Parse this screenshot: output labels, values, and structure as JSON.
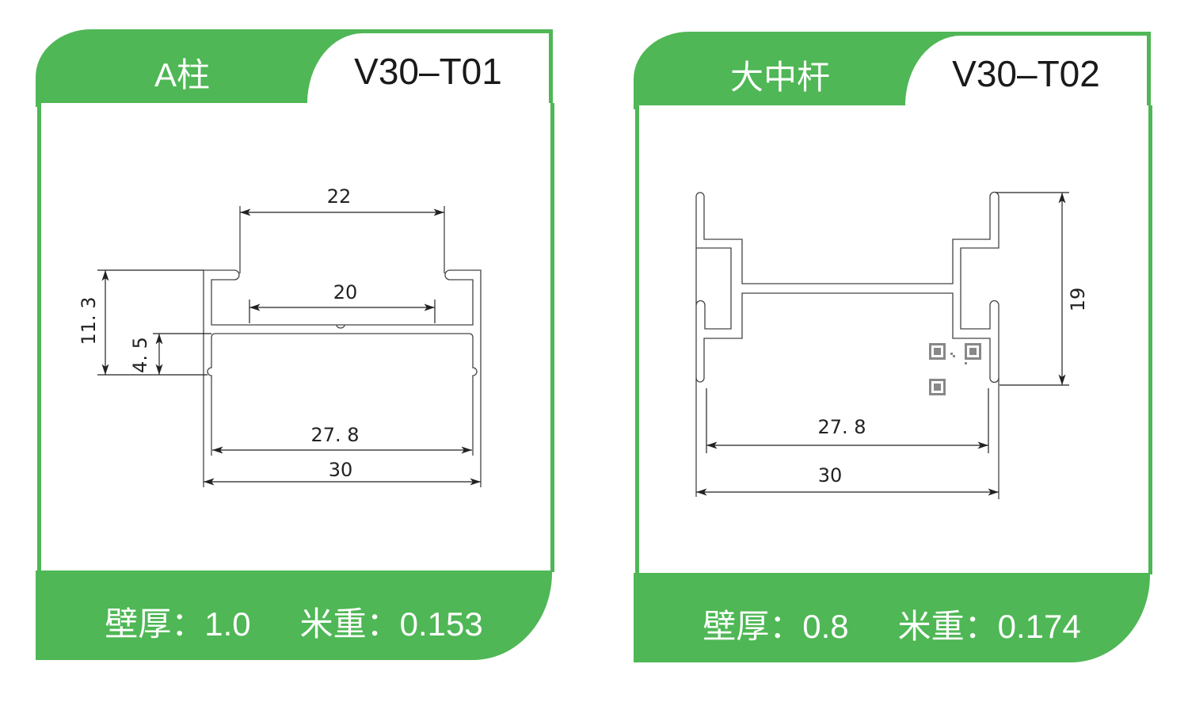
{
  "colors": {
    "brand_green": "#4fb755",
    "line": "#333333"
  },
  "cards": [
    {
      "name": "A柱",
      "code": "V30–T01",
      "wall_label": "壁厚：",
      "wall_value": "1.0",
      "weight_label": "米重：",
      "weight_value": "0.153",
      "dimensions": {
        "top_width": "22",
        "inner_width": "20",
        "height": "11. 3",
        "step": "4. 5",
        "inner_bottom": "27. 8",
        "outer_width": "30"
      }
    },
    {
      "name": "大中杆",
      "code": "V30–T02",
      "wall_label": "壁厚：",
      "wall_value": "0.8",
      "weight_label": "米重：",
      "weight_value": "0.174",
      "dimensions": {
        "height": "19",
        "inner_bottom": "27. 8",
        "outer_width": "30"
      },
      "qr_icon": "qr-code-icon"
    }
  ]
}
